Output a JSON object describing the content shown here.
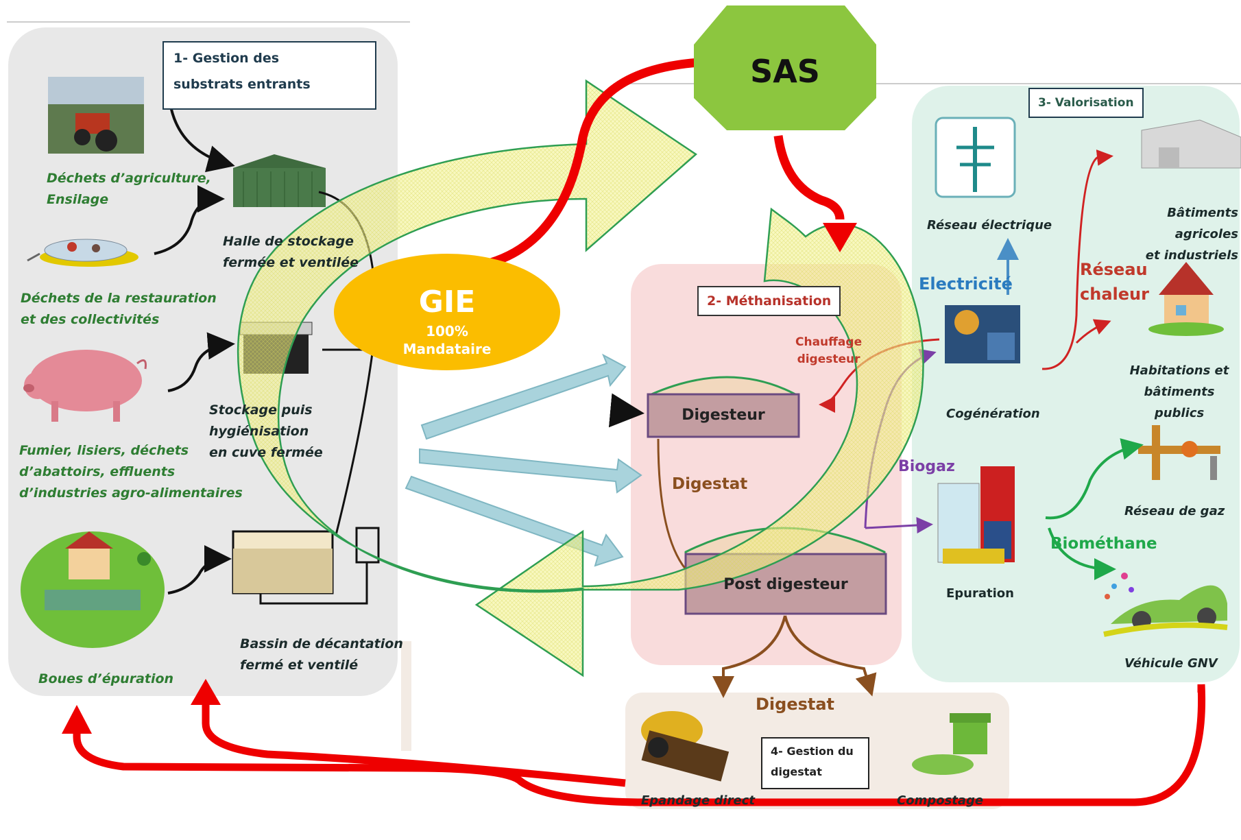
{
  "sas": "SAS",
  "gie": {
    "title": "GIE",
    "line1": "100%",
    "line2": "Mandataire"
  },
  "section1": {
    "title_line1": "1- Gestion des",
    "title_line2": "substrats entrants",
    "inputs": [
      {
        "line1": "Déchets d’agriculture,",
        "line2": "Ensilage"
      },
      {
        "line1": "Déchets de la restauration",
        "line2": "et des collectivités"
      },
      {
        "line1": "Fumier, lisiers, déchets",
        "line2": "d’abattoirs, effluents",
        "line3": "d’industries agro-alimentaires"
      },
      {
        "line1": "Boues d’épuration"
      }
    ],
    "storage": [
      {
        "line1": "Halle de stockage",
        "line2": "fermée et ventilée"
      },
      {
        "line1": "Stockage puis",
        "line2": "hygiénisation",
        "line3": "en cuve fermée"
      },
      {
        "line1": "Bassin de décantation",
        "line2": "fermé et ventilé"
      }
    ]
  },
  "section2": {
    "title": "2- Méthanisation",
    "digesteur": "Digesteur",
    "post_digesteur": "Post digesteur",
    "chauffage_line1": "Chauffage",
    "chauffage_line2": "digesteur",
    "digestat": "Digestat",
    "biogaz": "Biogaz"
  },
  "section3": {
    "title": "3- Valorisation",
    "reseau_electrique": "Réseau électrique",
    "electricite": "Electricité",
    "reseau_chaleur_line1": "Réseau",
    "reseau_chaleur_line2": "chaleur",
    "batiments_line1": "Bâtiments agricoles",
    "batiments_line2": "et industriels",
    "habitations_line1": "Habitations et",
    "habitations_line2": "bâtiments publics",
    "cogeneration": "Cogénération",
    "epuration": "Epuration",
    "reseau_gaz": "Réseau de gaz",
    "biomethane": "Biométhane",
    "vehicule": "Véhicule GNV"
  },
  "section4": {
    "title_line1": "4- Gestion du",
    "title_line2": "digestat",
    "digestat": "Digestat",
    "epandage": "Epandage direct",
    "compostage": "Compostage"
  },
  "colors": {
    "red": "#ee0000",
    "sas_green": "#8cc63f",
    "gie_yellow": "#fbbd00",
    "loop_yellow": "#f0f07a",
    "cyan": "#a9d3dc"
  }
}
